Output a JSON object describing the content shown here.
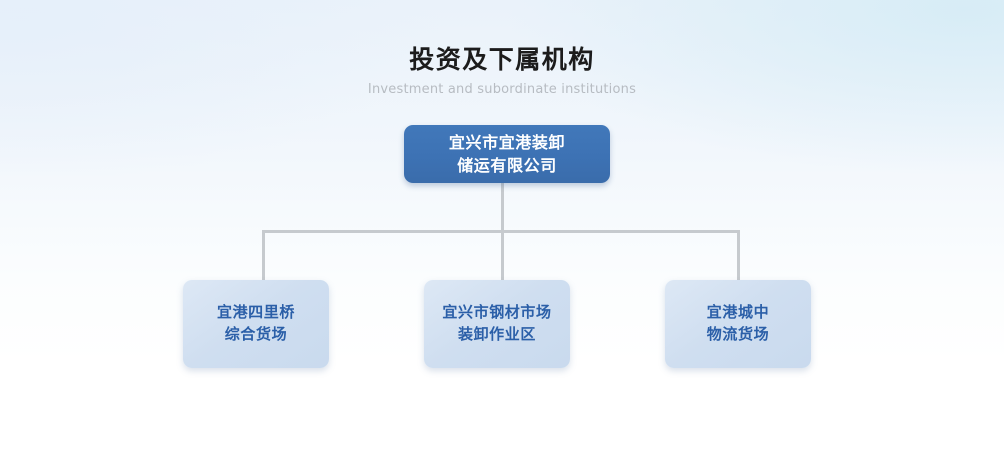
{
  "header": {
    "title": "投资及下属机构",
    "subtitle": "Investment and subordinate institutions"
  },
  "chart_data": {
    "type": "diagram",
    "diagram_type": "organization-chart",
    "title": "投资及下属机构",
    "subtitle": "Investment and subordinate institutions",
    "root": {
      "id": "root",
      "label": "宜兴市宜港装卸\n储运有限公司",
      "line1": "宜兴市宜港装卸",
      "line2": "储运有限公司",
      "fill": "#3d72b4",
      "text_color": "#ffffff"
    },
    "children": [
      {
        "id": "child-1",
        "label": "宜港四里桥\n综合货场",
        "line1": "宜港四里桥",
        "line2": "综合货场",
        "fill": "#cfdef0",
        "text_color": "#2b5fa8"
      },
      {
        "id": "child-2",
        "label": "宜兴市钢材市场\n装卸作业区",
        "line1": "宜兴市钢材市场",
        "line2": "装卸作业区",
        "fill": "#cfdef0",
        "text_color": "#2b5fa8"
      },
      {
        "id": "child-3",
        "label": "宜港城中\n物流货场",
        "line1": "宜港城中",
        "line2": "物流货场",
        "fill": "#cfdef0",
        "text_color": "#2b5fa8"
      }
    ],
    "edges": [
      {
        "from": "root",
        "to": "child-1"
      },
      {
        "from": "root",
        "to": "child-2"
      },
      {
        "from": "root",
        "to": "child-3"
      }
    ],
    "connector_color": "#c6cace",
    "background": "#ffffff"
  }
}
